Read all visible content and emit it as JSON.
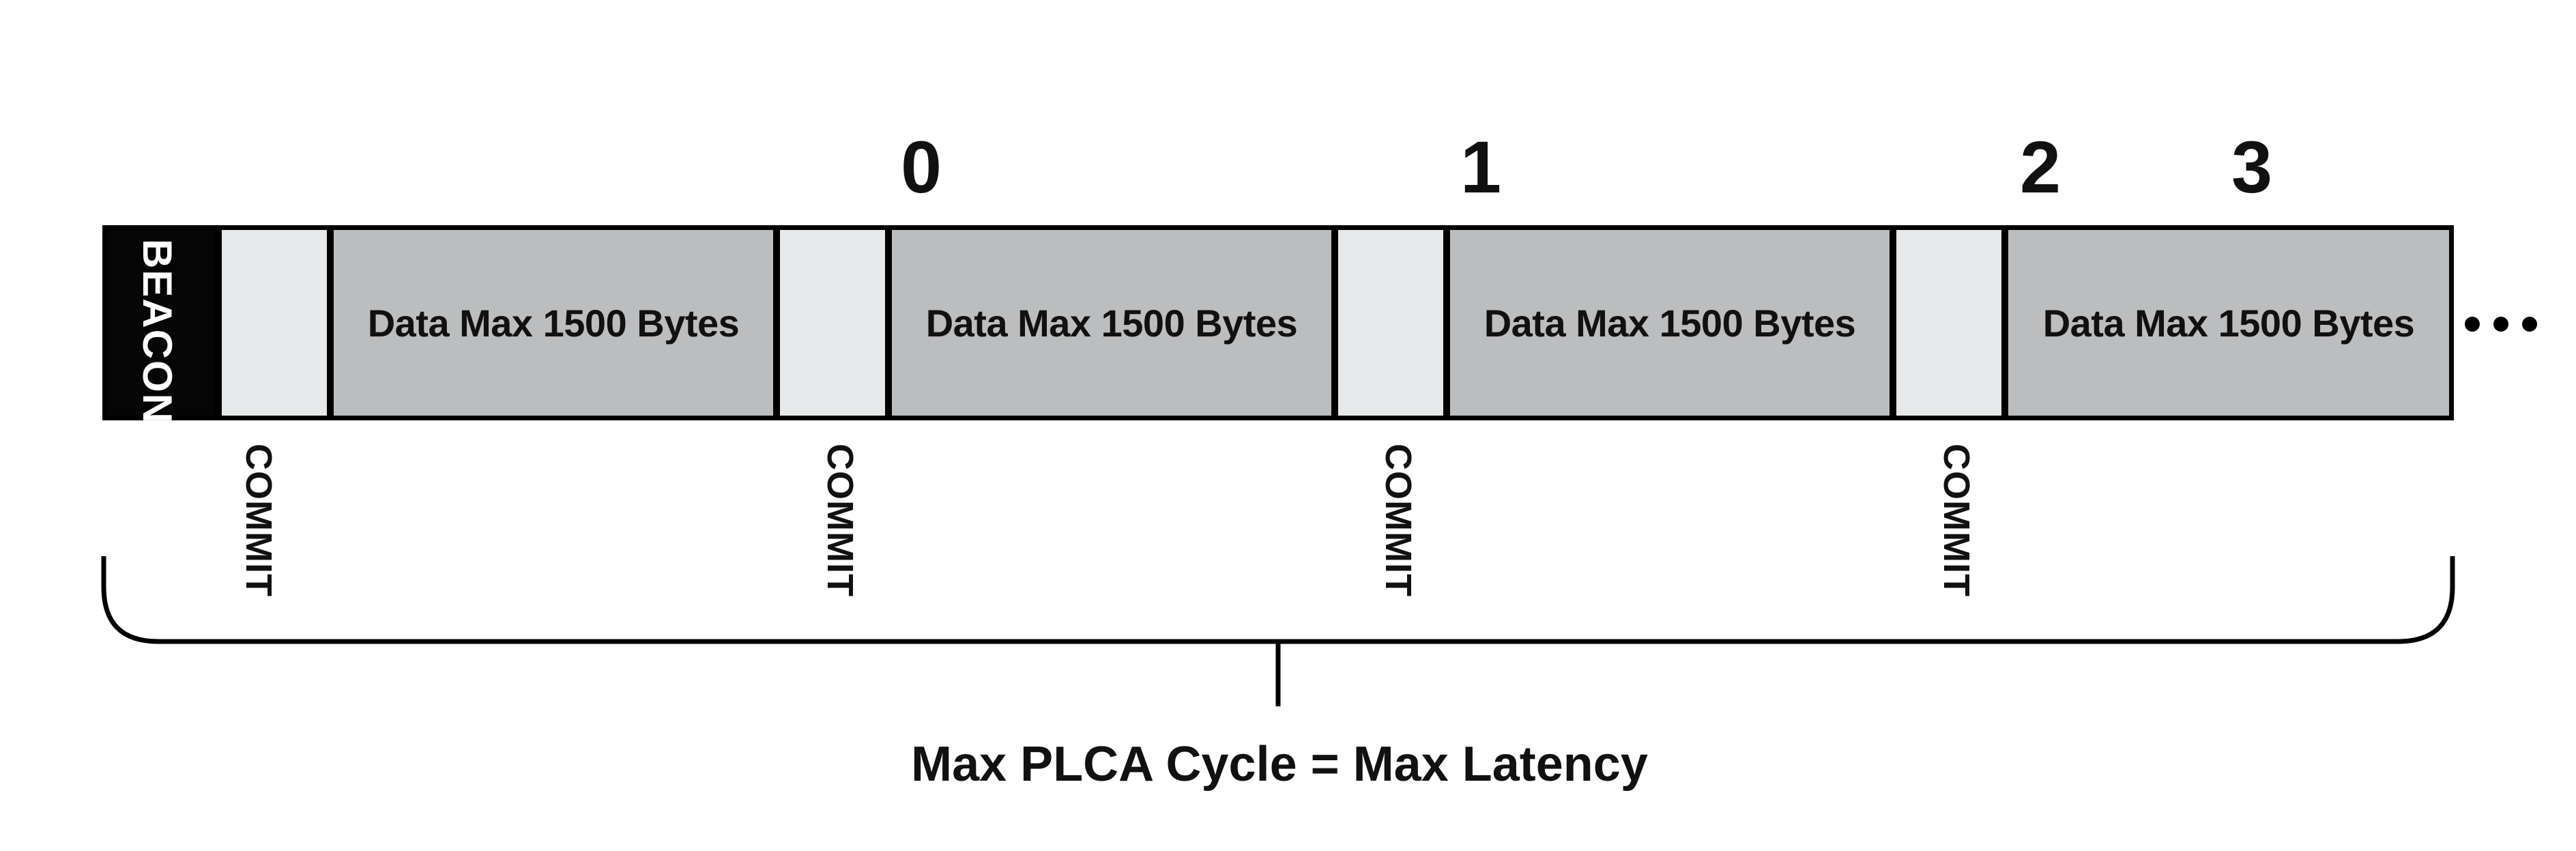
{
  "diagram": {
    "beacon_label": "BEACON",
    "node_ids": [
      "0",
      "1",
      "2",
      "3"
    ],
    "commit_label": "COMMIT",
    "data_label": "Data Max 1500 Bytes",
    "caption": "Max PLCA Cycle = Max Latency"
  }
}
